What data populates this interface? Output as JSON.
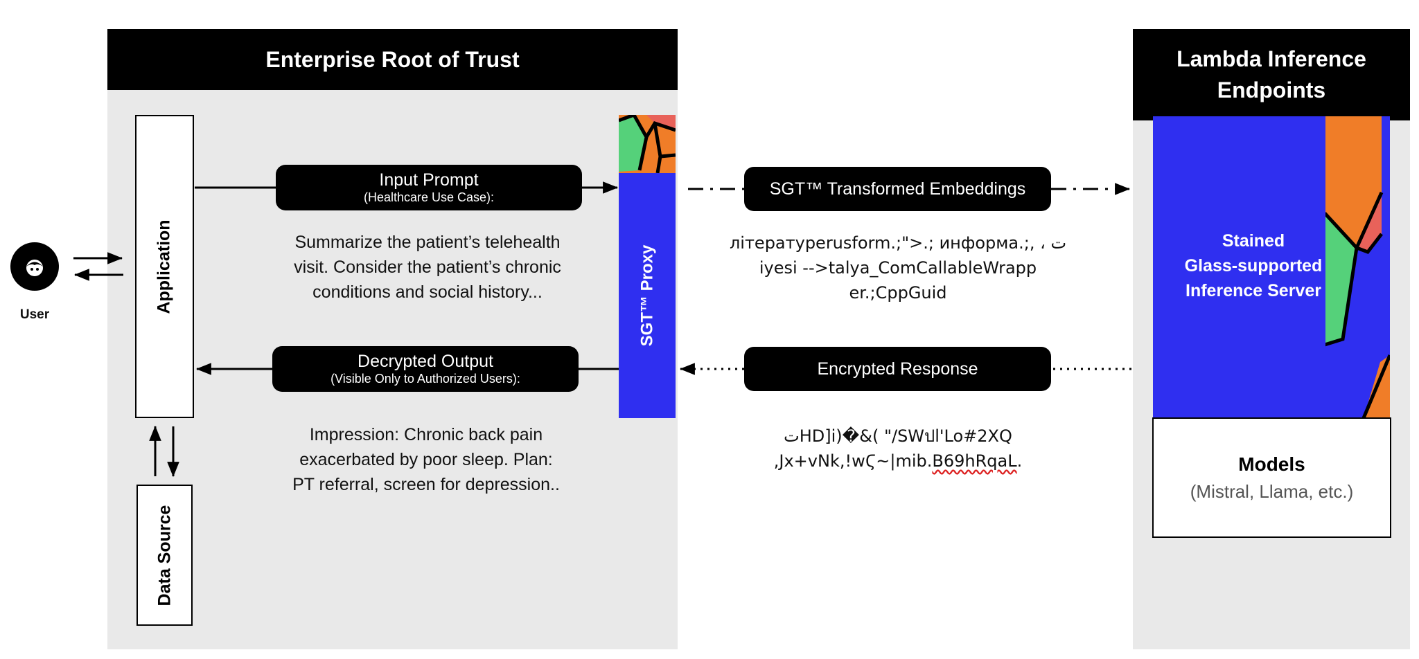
{
  "enterprise": {
    "title": "Enterprise Root of Trust"
  },
  "lambda": {
    "title_line1": "Lambda Inference",
    "title_line2": "Endpoints"
  },
  "user": {
    "label": "User"
  },
  "application": {
    "label": "Application"
  },
  "data_source": {
    "label": "Data Source"
  },
  "input_prompt": {
    "title": "Input Prompt",
    "subtitle": "(Healthcare Use Case):",
    "text_lines": [
      "Summarize the patient’s telehealth",
      "visit. Consider the patient’s chronic",
      "conditions and social history..."
    ]
  },
  "decrypted_output": {
    "title": "Decrypted Output",
    "subtitle": "(Visible Only to Authorized Users):",
    "text_lines": [
      "Impression: Chronic back pain",
      "exacerbated by poor sleep. Plan:",
      "PT referral, screen for depression.."
    ]
  },
  "proxy": {
    "label": "SGT™ Proxy"
  },
  "embeddings": {
    "title": "SGT™ Transformed Embeddings",
    "text_lines": [
      "літературerusform.;\">.; информа.;, ، ت",
      "iyesi -->talya_ComCallableWrapp",
      "er.;CppGuid"
    ]
  },
  "encrypted_response": {
    "title": "Encrypted Response",
    "text_line1": "تHD]i)�&( \"/SWปl'Lo#2XQ",
    "text_line2_prefix": ",Jx+vNk,!wϚ~|mib.",
    "text_line2_squiggle": "B69hRqaL",
    "text_line2_suffix": "."
  },
  "server": {
    "line1": "Stained",
    "line2": "Glass-supported",
    "line3": "Inference Server"
  },
  "models": {
    "title": "Models",
    "subtitle": "(Mistral, Llama, etc.)"
  },
  "colors": {
    "blue": "#2f2ff0",
    "orange": "#f07d28",
    "green": "#55d17a",
    "red": "#e8625a",
    "gray_panel": "#e9e9e9",
    "black": "#000000"
  }
}
